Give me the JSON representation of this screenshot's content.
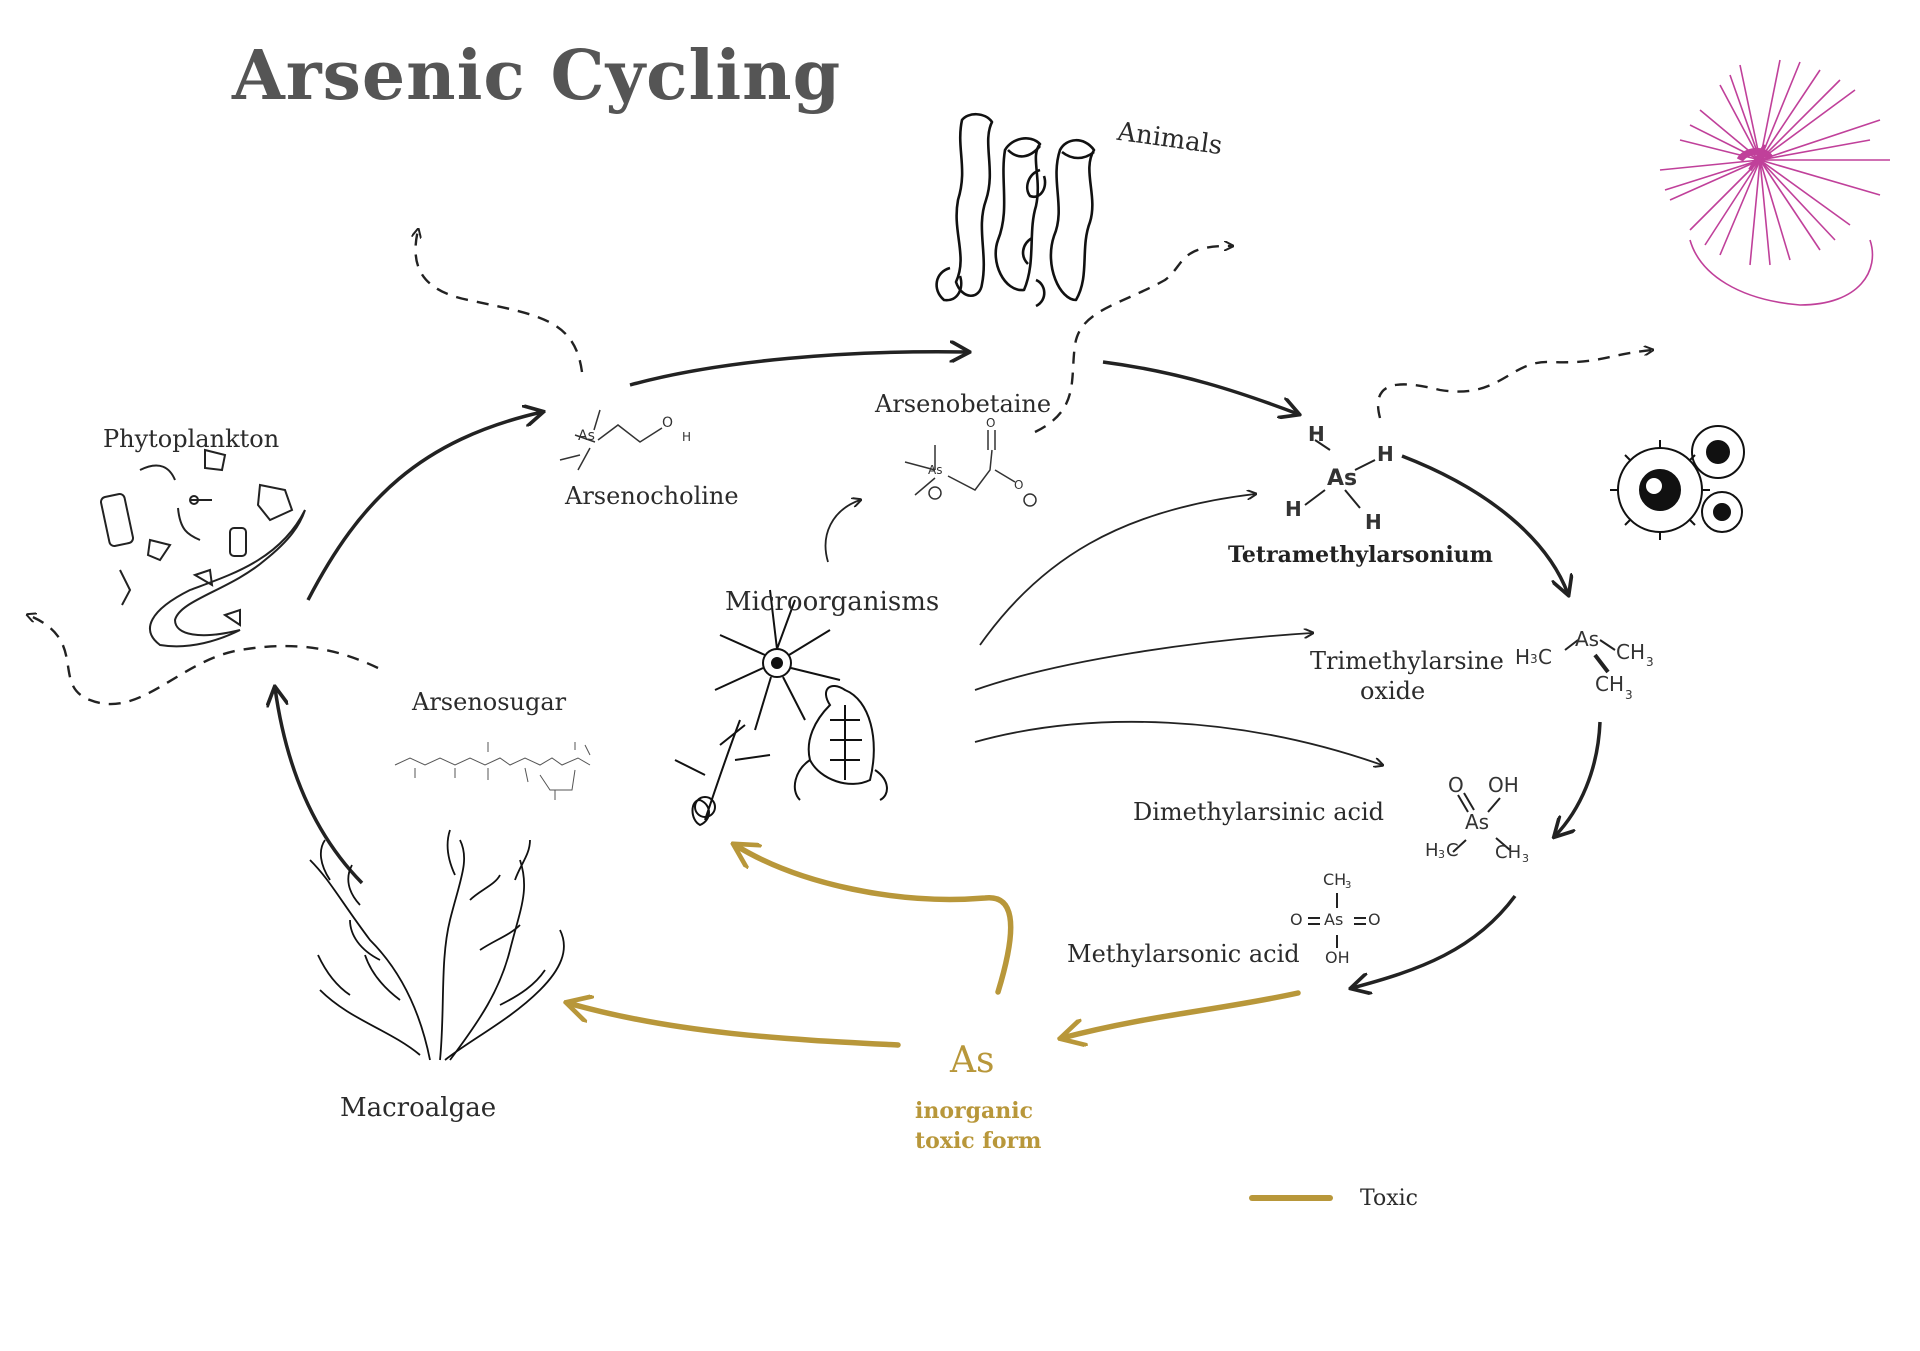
{
  "title": "Arsenic Cycling",
  "nodes": {
    "animals": "Animals",
    "phytoplankton": "Phytoplankton",
    "arsenocholine": "Arsenocholine",
    "arsenobetaine": "Arsenobetaine",
    "tetramethylarsonium": "Tetramethylarsonium",
    "microorganisms": "Microorganisms",
    "trimethylarsine_oxide_line1": "Trimethylarsine",
    "trimethylarsine_oxide_line2": "oxide",
    "dimethylarsinic_acid": "Dimethylarsinic acid",
    "methylarsonic_acid": "Methylarsonic acid",
    "arsenosugar": "Arsenosugar",
    "macroalgae": "Macroalgae",
    "inorganic_symbol": "As",
    "inorganic_line1": "inorganic",
    "inorganic_line2": "toxic form"
  },
  "legend": {
    "toxic_label": "Toxic"
  },
  "structures": {
    "as": "As",
    "h": "H",
    "o": "O",
    "oh": "OH",
    "ch3": "CH",
    "sub3": "3",
    "h3c": "H",
    "c": "C"
  },
  "colors": {
    "toxic": "#b8973a",
    "arrow": "#222222",
    "anemone": "#c0409a",
    "title": "#555555"
  },
  "icons": [
    "sponge-animal-icon",
    "sea-anemone-icon",
    "radiolarian-cluster-icon",
    "phytoplankton-icon",
    "microorganisms-icon",
    "macroalgae-icon"
  ]
}
